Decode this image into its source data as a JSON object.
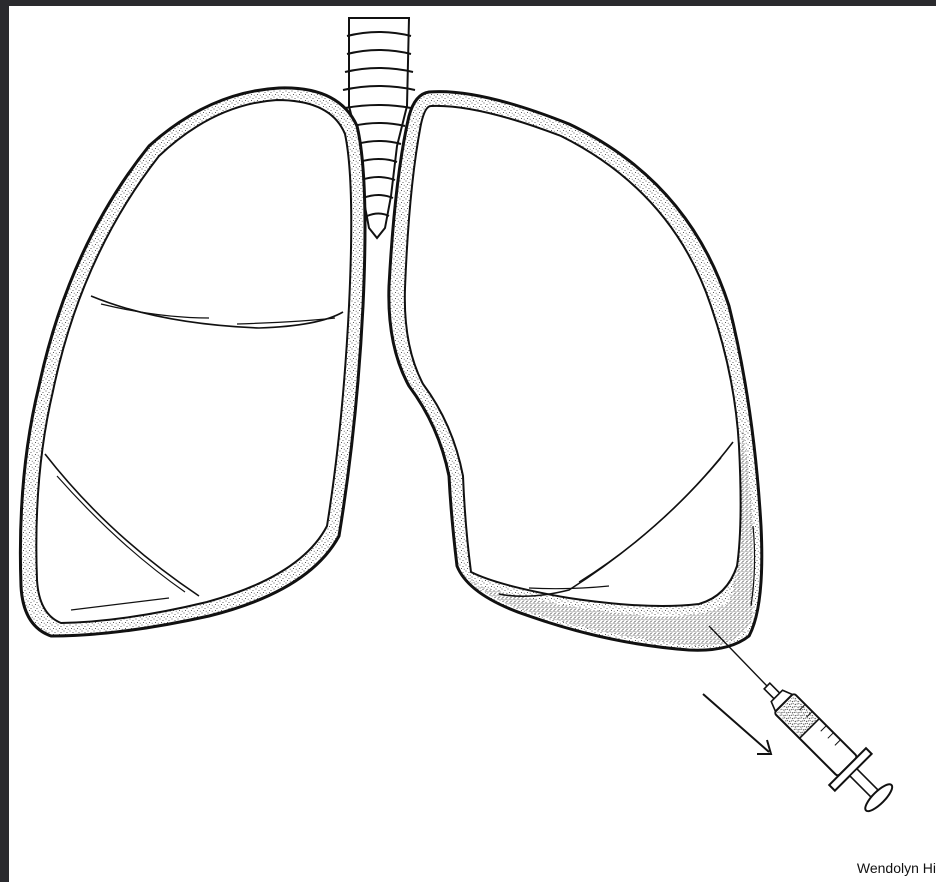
{
  "credit": "Wendolyn Hi",
  "colors": {
    "outer_border": "#2a2a2e",
    "background": "#ffffff",
    "ink": "#111111"
  },
  "icons": [
    "lungs-illustration",
    "trachea",
    "syringe-icon",
    "arrow-icon"
  ]
}
